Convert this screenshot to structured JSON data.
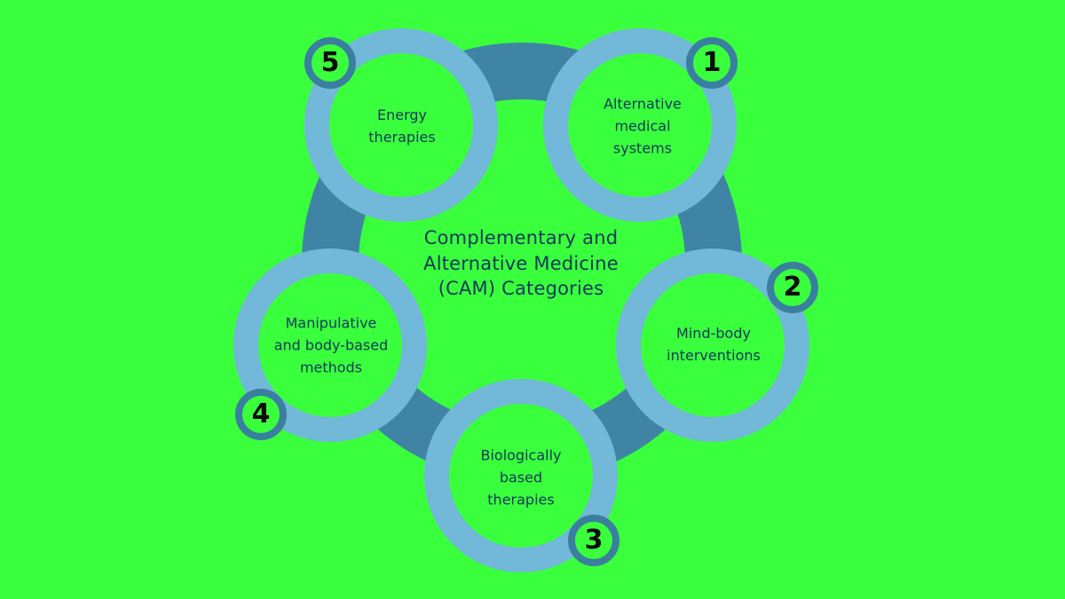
{
  "title": "Complementary and Alternative Medicine (CAM) Categories",
  "colors": {
    "background": "#39ff3d",
    "ring": "#3f84a4",
    "node_ring": "#72b8d8",
    "badge_border": "#3a7ea0",
    "text": "#16395a"
  },
  "categories": [
    {
      "number": "1",
      "label": "Alternative medical systems"
    },
    {
      "number": "2",
      "label": "Mind-body interventions"
    },
    {
      "number": "3",
      "label": "Biologically based therapies"
    },
    {
      "number": "4",
      "label": "Manipulative and body-based methods"
    },
    {
      "number": "5",
      "label": "Energy therapies"
    }
  ]
}
